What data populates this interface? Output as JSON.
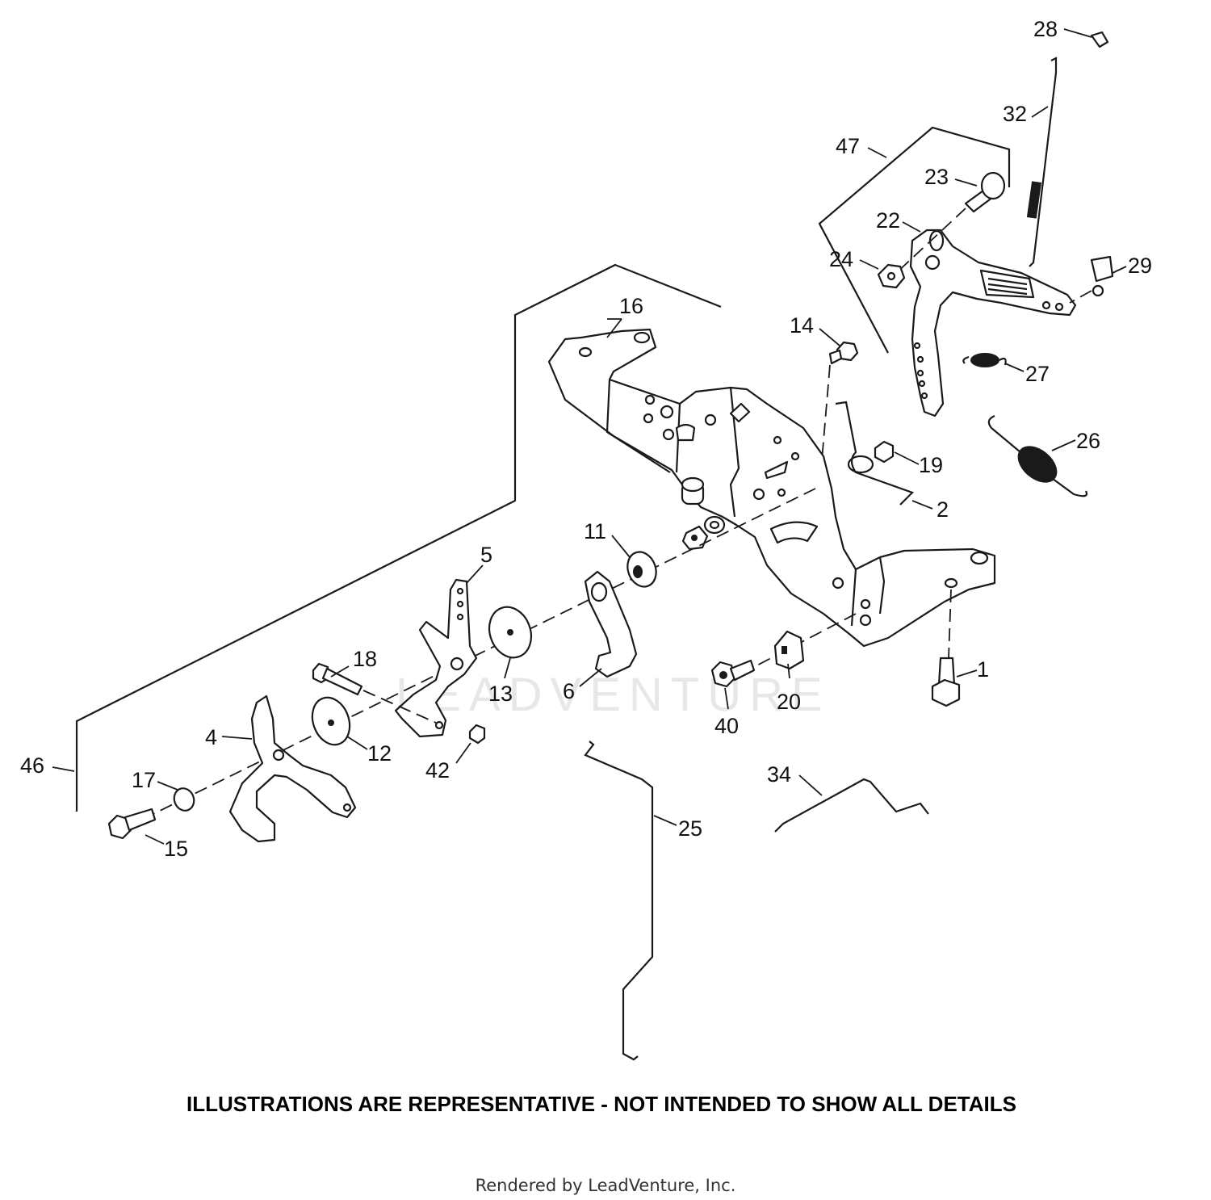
{
  "watermark": "LEADVENTURE",
  "callouts": {
    "c1": "1",
    "c2": "2",
    "c4": "4",
    "c5": "5",
    "c6": "6",
    "c11": "11",
    "c12": "12",
    "c13": "13",
    "c14": "14",
    "c15": "15",
    "c16": "16",
    "c17": "17",
    "c18": "18",
    "c19": "19",
    "c20": "20",
    "c22": "22",
    "c23": "23",
    "c24": "24",
    "c25": "25",
    "c26": "26",
    "c27": "27",
    "c28": "28",
    "c29": "29",
    "c32": "32",
    "c34": "34",
    "c40": "40",
    "c42": "42",
    "c46": "46",
    "c47": "47"
  },
  "disclaimer": "ILLUSTRATIONS ARE REPRESENTATIVE - NOT INTENDED TO SHOW ALL DETAILS",
  "footer": "Rendered by LeadVenture, Inc."
}
